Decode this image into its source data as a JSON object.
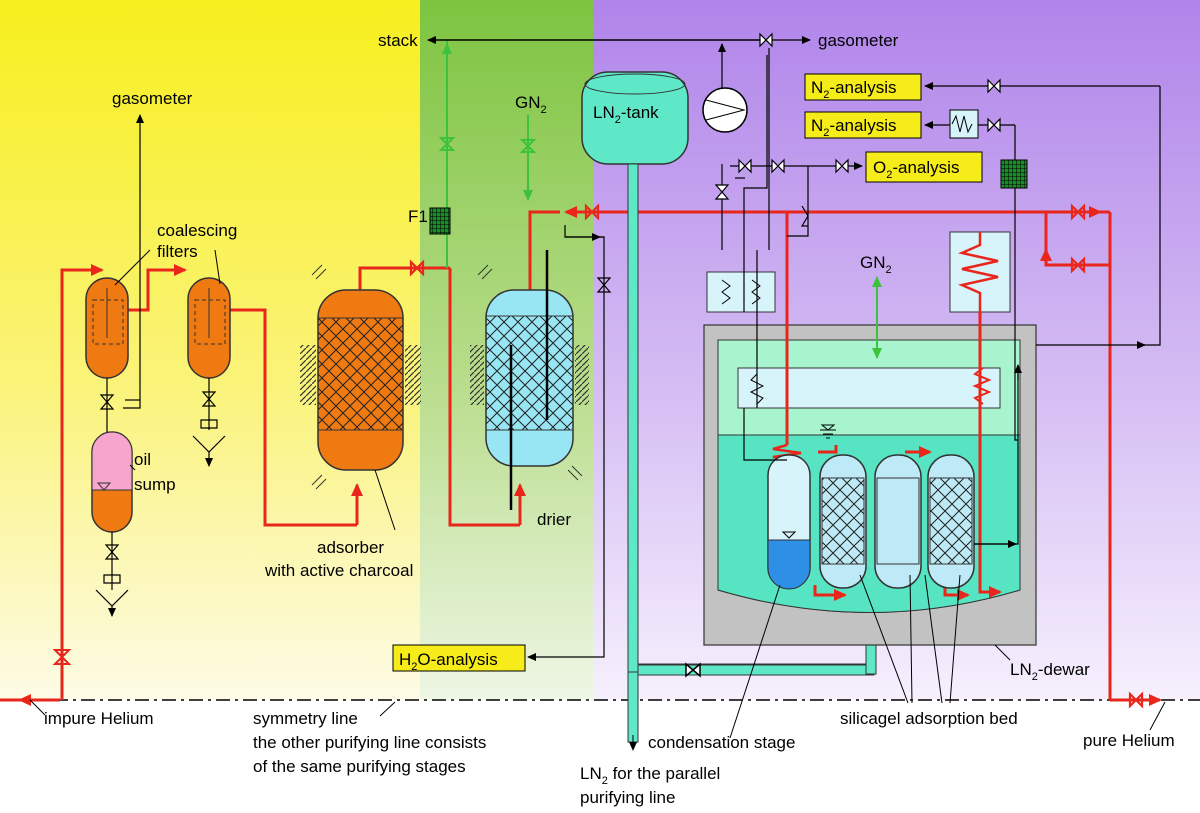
{
  "labels": {
    "stack": "stack",
    "gasometer_top": "gasometer",
    "gasometer_left": "gasometer",
    "gn2_left": "GN",
    "gn2_left_sub": "2",
    "gn2_right": "GN",
    "gn2_right_sub": "2",
    "ln2_tank": "LN",
    "ln2_tank_sub": "2",
    "ln2_tank_suffix": "-tank",
    "f1": "F1",
    "coalescing_filters_1": "coalescing",
    "coalescing_filters_2": "filters",
    "oil_sump_1": "oil",
    "oil_sump_2": "sump",
    "adsorber_1": "adsorber",
    "adsorber_2": "with active charcoal",
    "drier": "drier",
    "h2o_analysis": "H",
    "h2o_analysis_sub": "2",
    "h2o_analysis_suffix": "O-analysis",
    "n2_analysis_1": "N",
    "n2_analysis_1_sub": "2",
    "n2_analysis_1_suffix": "-analysis",
    "n2_analysis_2": "N",
    "n2_analysis_2_sub": "2",
    "n2_analysis_2_suffix": "-analysis",
    "o2_analysis": "O",
    "o2_analysis_sub": "2",
    "o2_analysis_suffix": "-analysis",
    "ln2_dewar": "LN",
    "ln2_dewar_sub": "2",
    "ln2_dewar_suffix": "-dewar",
    "impure_helium": "impure Helium",
    "symmetry_1": "symmetry line",
    "symmetry_2": "the other purifying line consists",
    "symmetry_3": "of the same purifying stages",
    "condensation_stage": "condensation stage",
    "ln2_parallel_1": "LN",
    "ln2_parallel_1_sub": "2",
    "ln2_parallel_1_suffix": " for the parallel",
    "ln2_parallel_2": "purifying line",
    "silicagel": "silicagel adsorption bed",
    "pure_helium": "pure Helium"
  },
  "colors": {
    "zone_yellow": "#f6ef2a",
    "zone_green": "#86c94a",
    "zone_purple": "#b58be8",
    "helium_line": "#e8261b",
    "gn2_line": "#3cc23c",
    "ln2_fill": "#5fe8c8",
    "adsorber_fill": "#f07a12",
    "drier_fill": "#98e6f4",
    "oil_fill": "#f6a6cc",
    "analysis_box": "#f6ec1a"
  }
}
